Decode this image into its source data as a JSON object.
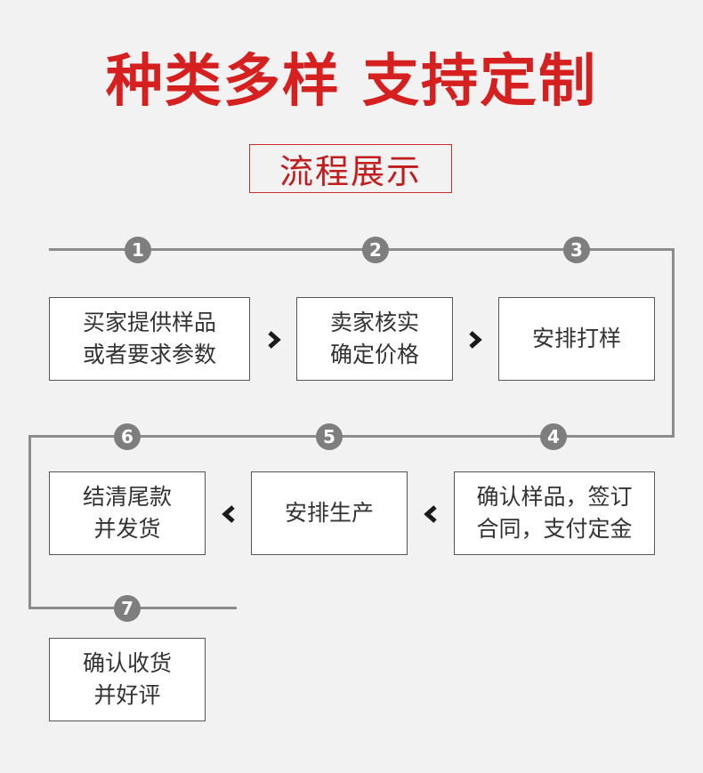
{
  "title": "种类多样 支持定制",
  "subtitle": "流程展示",
  "steps": [
    {
      "num": "1",
      "line1": "买家提供样品",
      "line2": "或者要求参数"
    },
    {
      "num": "2",
      "line1": "卖家核实",
      "line2": "确定价格"
    },
    {
      "num": "3",
      "line1": "安排打样",
      "line2": ""
    },
    {
      "num": "4",
      "line1": "确认样品，签订",
      "line2": "合同，支付定金"
    },
    {
      "num": "5",
      "line1": "安排生产",
      "line2": ""
    },
    {
      "num": "6",
      "line1": "结清尾款",
      "line2": "并发货"
    },
    {
      "num": "7",
      "line1": "确认收货",
      "line2": "并好评"
    }
  ],
  "colors": {
    "title": "#d61f1f",
    "line": "#8c8c8c",
    "badge": "#7e7e7e",
    "box_border": "#555555"
  },
  "icons": {
    "forward_arrow": "chevron-right-icon",
    "back_arrow": "chevron-left-icon"
  }
}
